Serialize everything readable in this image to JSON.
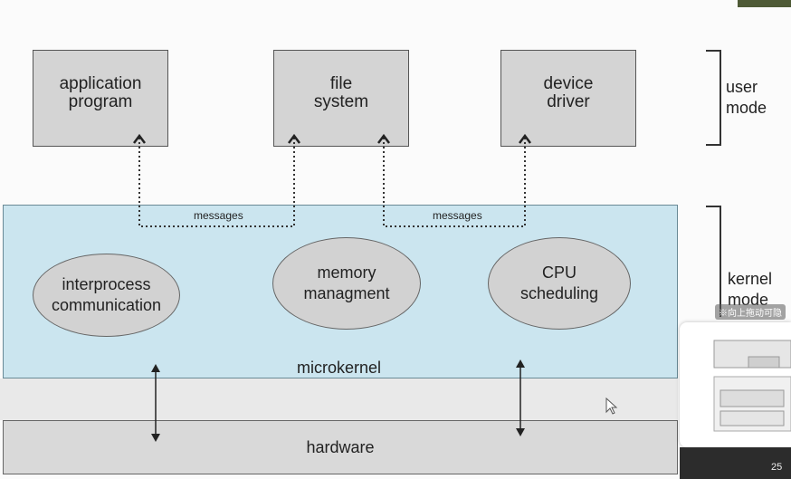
{
  "diagram": {
    "user_processes": [
      {
        "label": "application\nprogram"
      },
      {
        "label": "file\nsystem"
      },
      {
        "label": "device\ndriver"
      }
    ],
    "kernel_components": [
      {
        "label": "interprocess\ncommunication"
      },
      {
        "label": "memory\nmanagment"
      },
      {
        "label": "CPU\nscheduling"
      }
    ],
    "message_labels": [
      "messages",
      "messages"
    ],
    "microkernel_label": "microkernel",
    "hardware_label": "hardware",
    "modes": {
      "user": "user\nmode",
      "kernel": "kernel\nmode"
    },
    "colors": {
      "user_box": "#d4d4d4",
      "microkernel_fill": "#cbe5ef",
      "hardware_fill": "#d9d9d9"
    }
  },
  "video_overlay": {
    "tag_text": "※向上拖动可隐",
    "time": "25"
  }
}
